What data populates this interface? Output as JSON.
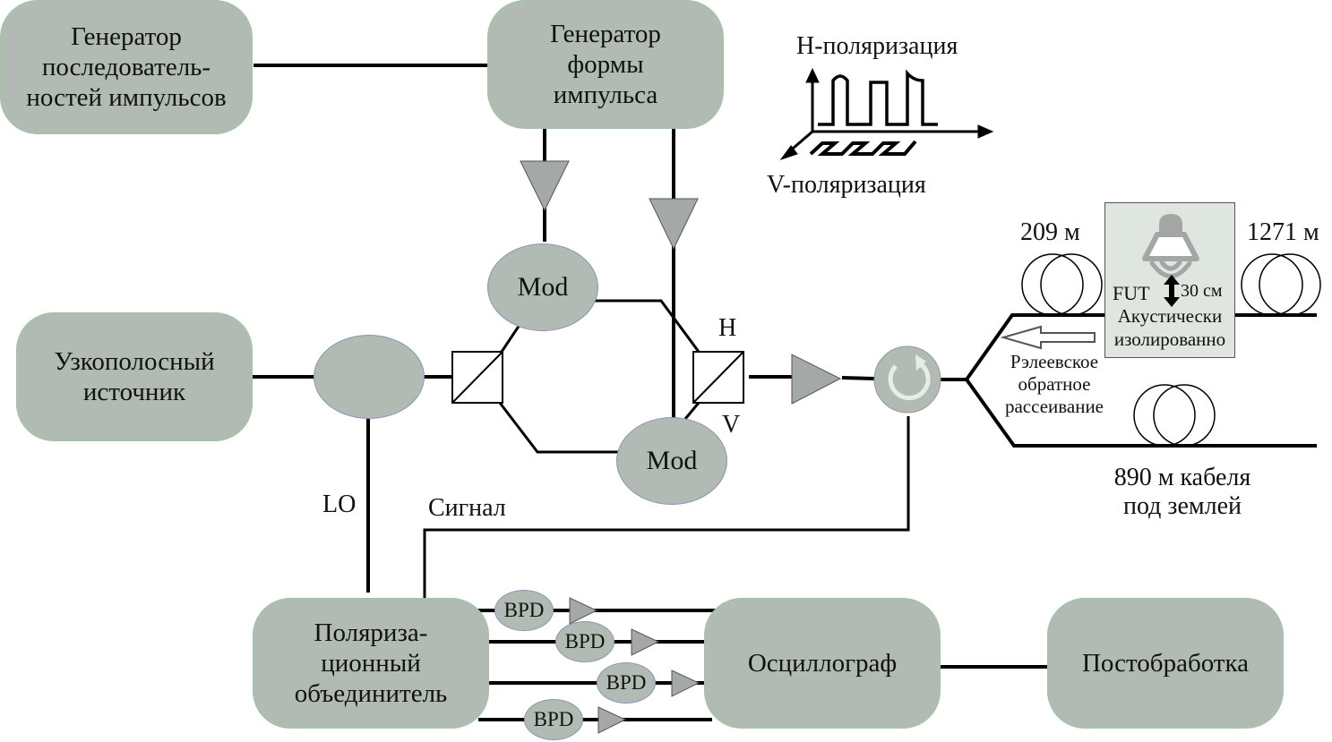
{
  "blocks": {
    "pulse_sequence_generator": "Генератор\nпоследователь-\nностей импульсов",
    "pulse_shape_generator": "Генератор\nформы\nимпульса",
    "narrowband_source": "Узкополосный\nисточник",
    "polarization_combiner": "Поляриза-\nционный\nобъединитель",
    "oscilloscope": "Осциллограф",
    "postprocessing": "Постобработка"
  },
  "modulators": [
    "Mod",
    "Mod"
  ],
  "detectors": [
    "BPD",
    "BPD",
    "BPD",
    "BPD"
  ],
  "labels": {
    "h_polarization": "H-поляризация",
    "v_polarization": "V-поляризация",
    "h": "H",
    "v": "V",
    "lo": "LO",
    "signal": "Сигнал",
    "fiber_209": "209 м",
    "fiber_1271": "1271 м",
    "fut": "FUT",
    "distance": "30 см",
    "acoustic_isolated_1": "Акустически",
    "acoustic_isolated_2": "изолированно",
    "rayleigh": "Рэлеевское\nобратное\nрассеивание",
    "cable": "890 м кабеля\nпод землей"
  },
  "colors": {
    "block_fill": "#b1bbb4",
    "block_border": "#9cc79f",
    "amplifier_fill": "#a4a8a6",
    "fut_fill": "#dfe5df",
    "icon_gray": "#a3a6a4",
    "line": "#000000"
  }
}
